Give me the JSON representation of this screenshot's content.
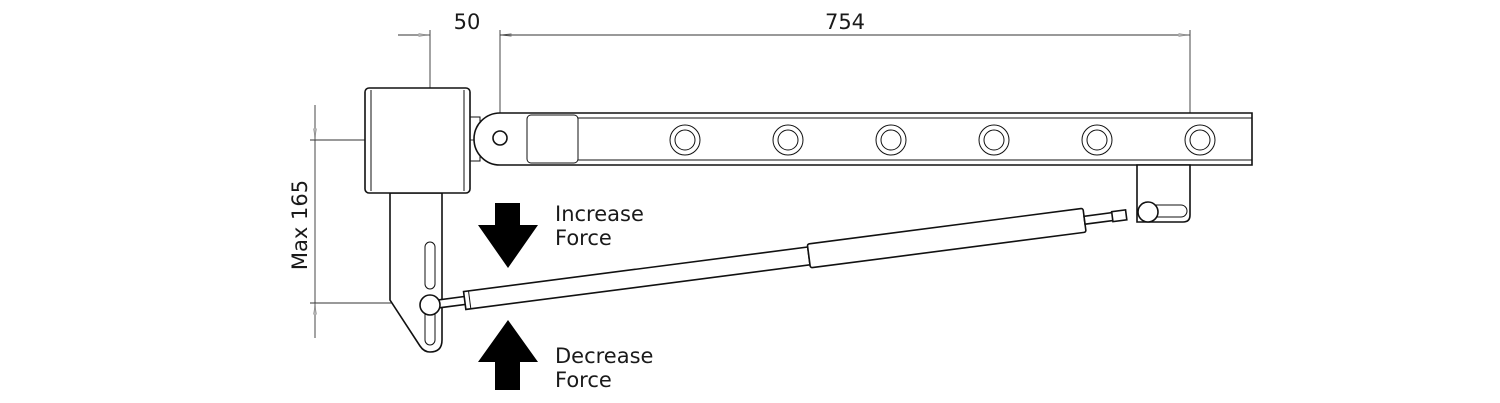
{
  "dimensions": {
    "offset": "50",
    "length": "754",
    "height": "Max 165"
  },
  "labels": {
    "increase": [
      "Increase",
      "Force"
    ],
    "decrease": [
      "Decrease",
      "Force"
    ]
  },
  "colors": {
    "line": "#111111",
    "arrow": "#000000"
  }
}
